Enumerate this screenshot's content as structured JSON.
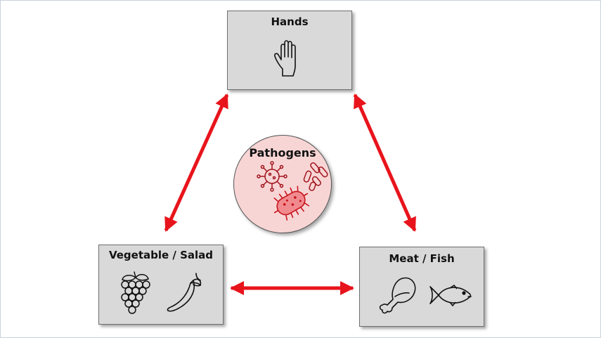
{
  "nodes": {
    "hands": {
      "label": "Hands",
      "icon": "hand-icon"
    },
    "vegetable_salad": {
      "label": "Vegetable / Salad",
      "icons": [
        "grapes-icon",
        "chili-pepper-icon"
      ]
    },
    "meat_fish": {
      "label": "Meat / Fish",
      "icons": [
        "chicken-leg-icon",
        "fish-icon"
      ]
    },
    "pathogens": {
      "label": "Pathogens",
      "icons": [
        "virus-icon",
        "bacilli-icon",
        "bacterium-icon"
      ]
    }
  },
  "colors": {
    "arrow": "#e8141c",
    "box_fill": "#d9d9d9",
    "pathogen_fill": "#f8d5d5",
    "pathogen_icon": "#c8141c"
  }
}
